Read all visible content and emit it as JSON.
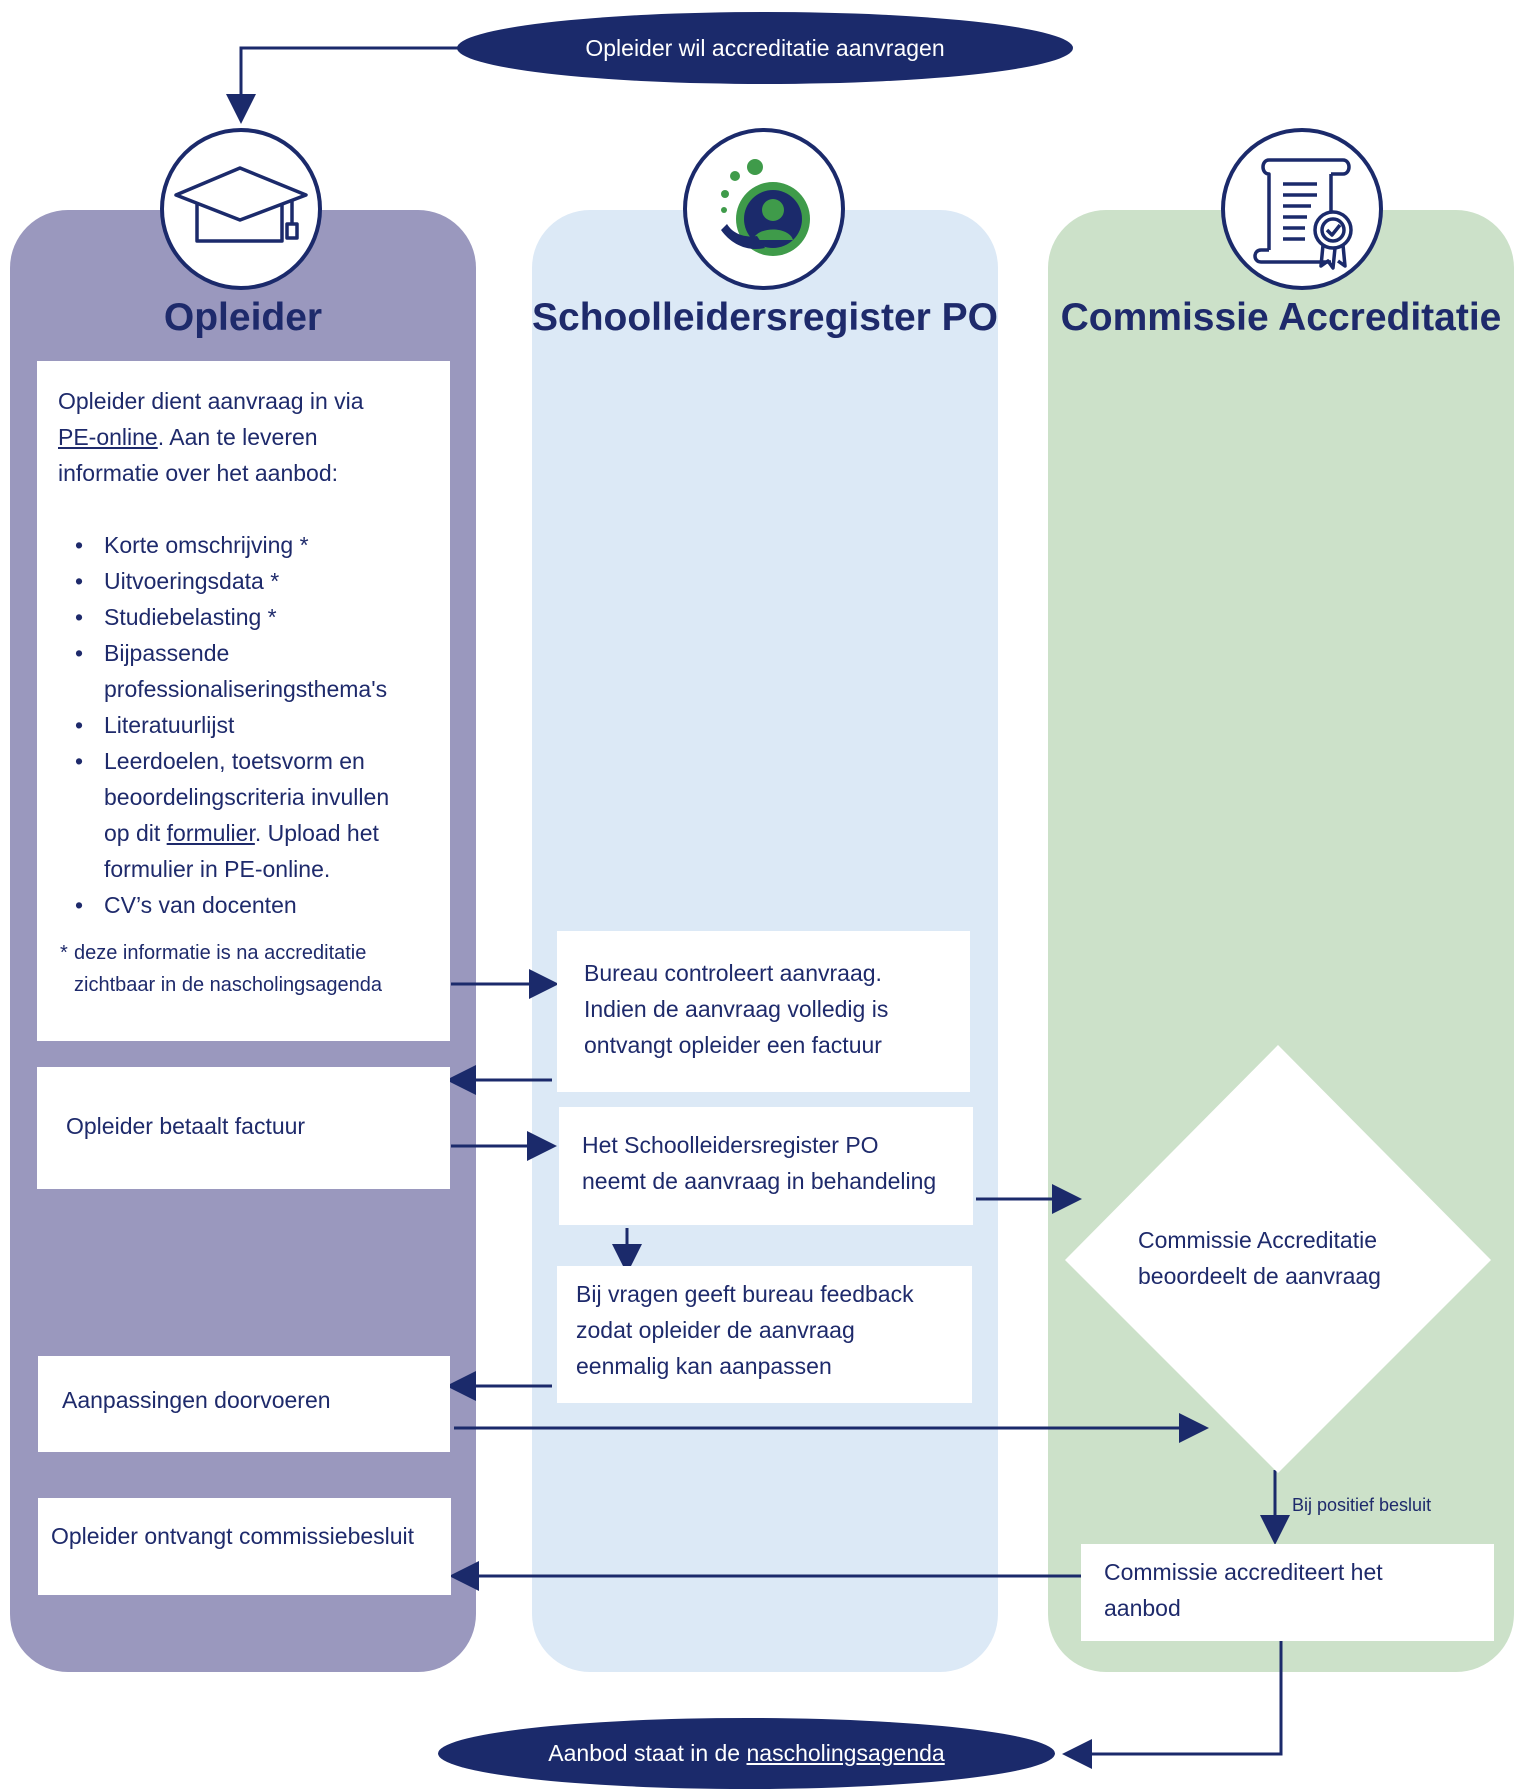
{
  "start": "Opleider wil accreditatie aanvragen",
  "end": {
    "prefix": "Aanbod staat in de ",
    "link": "nascholingsagenda"
  },
  "columns": {
    "opleider": "Opleider",
    "register": "Schoolleidersregister PO",
    "commissie": "Commissie Accreditatie"
  },
  "opleider_box": {
    "intro_1": "Opleider dient aanvraag in via",
    "intro_link": "PE-online",
    "intro_2": ". Aan te leveren",
    "intro_3": "informatie over het aanbod:",
    "items": [
      "Korte omschrijving *",
      "Uitvoeringsdata *",
      "Studiebelasting *",
      "Bijpassende",
      "professionaliseringsthema's",
      "Literatuurlijst",
      "Leerdoelen, toetsvorm en",
      "beoordelingscriteria invullen",
      "op dit ",
      "formulier",
      ". Upload het",
      "formulier in PE-online.",
      "CV’s van docenten"
    ],
    "footnote_mark": "*",
    "footnote_1": "deze informatie is na accreditatie",
    "footnote_2": "zichtbaar in de nascholingsagenda"
  },
  "betaalt": "Opleider betaalt factuur",
  "aanpassingen": "Aanpassingen doorvoeren",
  "ontvangt": "Opleider ontvangt commissiebesluit",
  "bureau": [
    "Bureau controleert aanvraag.",
    "Indien de aanvraag volledig is",
    "ontvangt opleider een factuur"
  ],
  "behandeling": [
    "Het Schoolleidersregister PO",
    "neemt de aanvraag in behandeling"
  ],
  "feedback": [
    "Bij vragen geeft bureau feedback",
    "zodat opleider de aanvraag",
    "eenmalig kan aanpassen"
  ],
  "beoordeelt": [
    "Commissie Accreditatie",
    "beoordeelt de aanvraag"
  ],
  "positief": "Bij positief besluit",
  "accrediteert": [
    "Commissie accrediteert het",
    "aanbod"
  ],
  "colors": {
    "navy": "#1b2a6b",
    "col_opleider": "#9a98be",
    "col_register": "#dce9f6",
    "col_commissie": "#cce1c9",
    "green": "#3f9b4a"
  },
  "icons": [
    "graduation-cap-icon",
    "person-growth-icon",
    "certificate-scroll-icon"
  ]
}
